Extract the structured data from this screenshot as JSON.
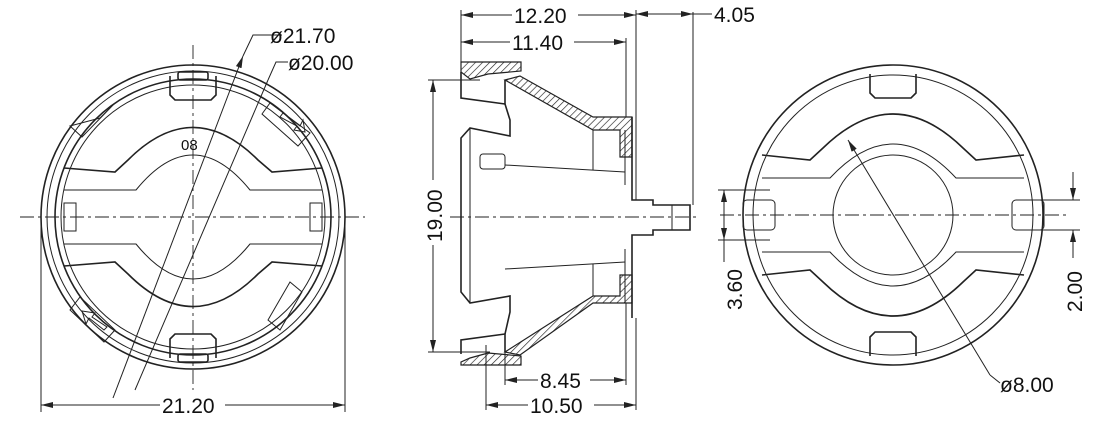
{
  "drawing": {
    "front_view": {
      "outer_diameter_label": "ø21.70",
      "inner_diameter_label": "ø20.00",
      "width_label": "21.20",
      "part_marking": "08"
    },
    "side_view": {
      "overall_length_label": "12.20",
      "body_length_label": "11.40",
      "pin_length_label": "4.05",
      "height_label": "19.00",
      "inner_length_label": "8.45",
      "flange_length_label": "10.50"
    },
    "rear_view": {
      "slot_width_label": "3.60",
      "pin_width_label": "2.00",
      "bore_diameter_label": "ø8.00"
    }
  }
}
